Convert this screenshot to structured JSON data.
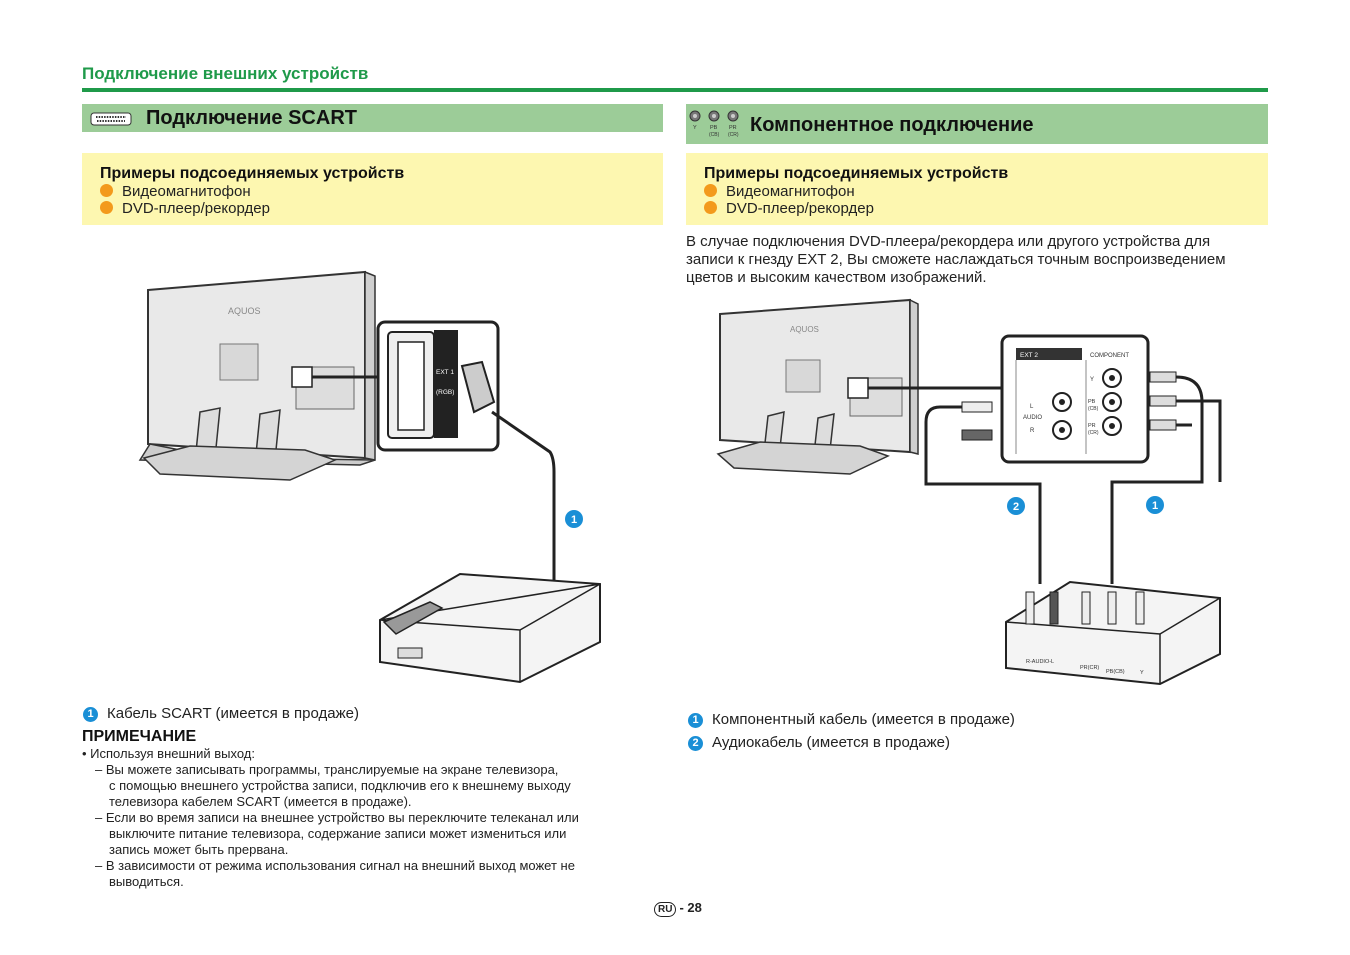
{
  "header": {
    "section_title": "Подключение внешних устройств"
  },
  "left": {
    "bar_title": "Подключение SCART",
    "examples": {
      "heading": "Примеры подсоединяемых устройств",
      "items": [
        "Видеомагнитофон",
        "DVD-плеер/рекордер"
      ]
    },
    "diagram": {
      "tv_logo": "AQUOS",
      "port_label_1": "EXT 1",
      "port_label_2": "(RGB)",
      "callout_number": "1"
    },
    "caption": {
      "number": "1",
      "text": "Кабель SCART (имеется в продаже)"
    },
    "note": {
      "title": "ПРИМЕЧАНИЕ",
      "lines": [
        "• Используя внешний выход:",
        "– Вы можете записывать программы, транслируемые на экране телевизора,",
        "с помощью внешнего устройства записи, подключив его к внешнему выходу",
        "телевизора кабелем SCART (имеется в продаже).",
        "– Если во время записи на внешнее устройство вы переключите телеканал или",
        "выключите питание телевизора, содержание записи может измениться или",
        "запись может быть прервана.",
        "– В зависимости от режима использования сигнал на внешний выход может не",
        "выводиться."
      ]
    }
  },
  "right": {
    "bar_title": "Компонентное подключение",
    "bar_icons": {
      "y": "Y",
      "pb": "PB",
      "pb_sub": "(CB)",
      "pr": "PR",
      "pr_sub": "(CR)"
    },
    "examples": {
      "heading": "Примеры подсоединяемых устройств",
      "items": [
        "Видеомагнитофон",
        "DVD-плеер/рекордер"
      ]
    },
    "intro": [
      "В случае подключения DVD-плеера/рекордера или другого устройства для",
      "записи к гнезду EXT 2, Вы сможете наслаждаться точным воспроизведением",
      "цветов и высоким качеством изображений."
    ],
    "diagram": {
      "tv_logo": "AQUOS",
      "panel_ext": "EXT 2",
      "panel_component": "COMPONENT",
      "panel_y": "Y",
      "panel_pb": "PB",
      "panel_pb_sub": "(CB)",
      "panel_pr": "PR",
      "panel_pr_sub": "(CR)",
      "panel_l": "L",
      "panel_audio": "AUDIO",
      "panel_r": "R",
      "callout_1": "1",
      "callout_2": "2",
      "device_audio": "R-AUDIO-L",
      "device_pr": "PR(CR)",
      "device_pb": "PB(CB)",
      "device_y": "Y"
    },
    "captions": [
      {
        "number": "1",
        "text": "Компонентный кабель (имеется в продаже)"
      },
      {
        "number": "2",
        "text": "Аудиокабель (имеется в продаже)"
      }
    ]
  },
  "footer": {
    "lang": "RU",
    "page": "- 28"
  },
  "colors": {
    "accent_green": "#1f9a4a",
    "bar_green": "#9ccc98",
    "box_yellow": "#fdf7b0",
    "bullet_orange": "#f39a1c",
    "badge_blue": "#1a8fd6"
  }
}
